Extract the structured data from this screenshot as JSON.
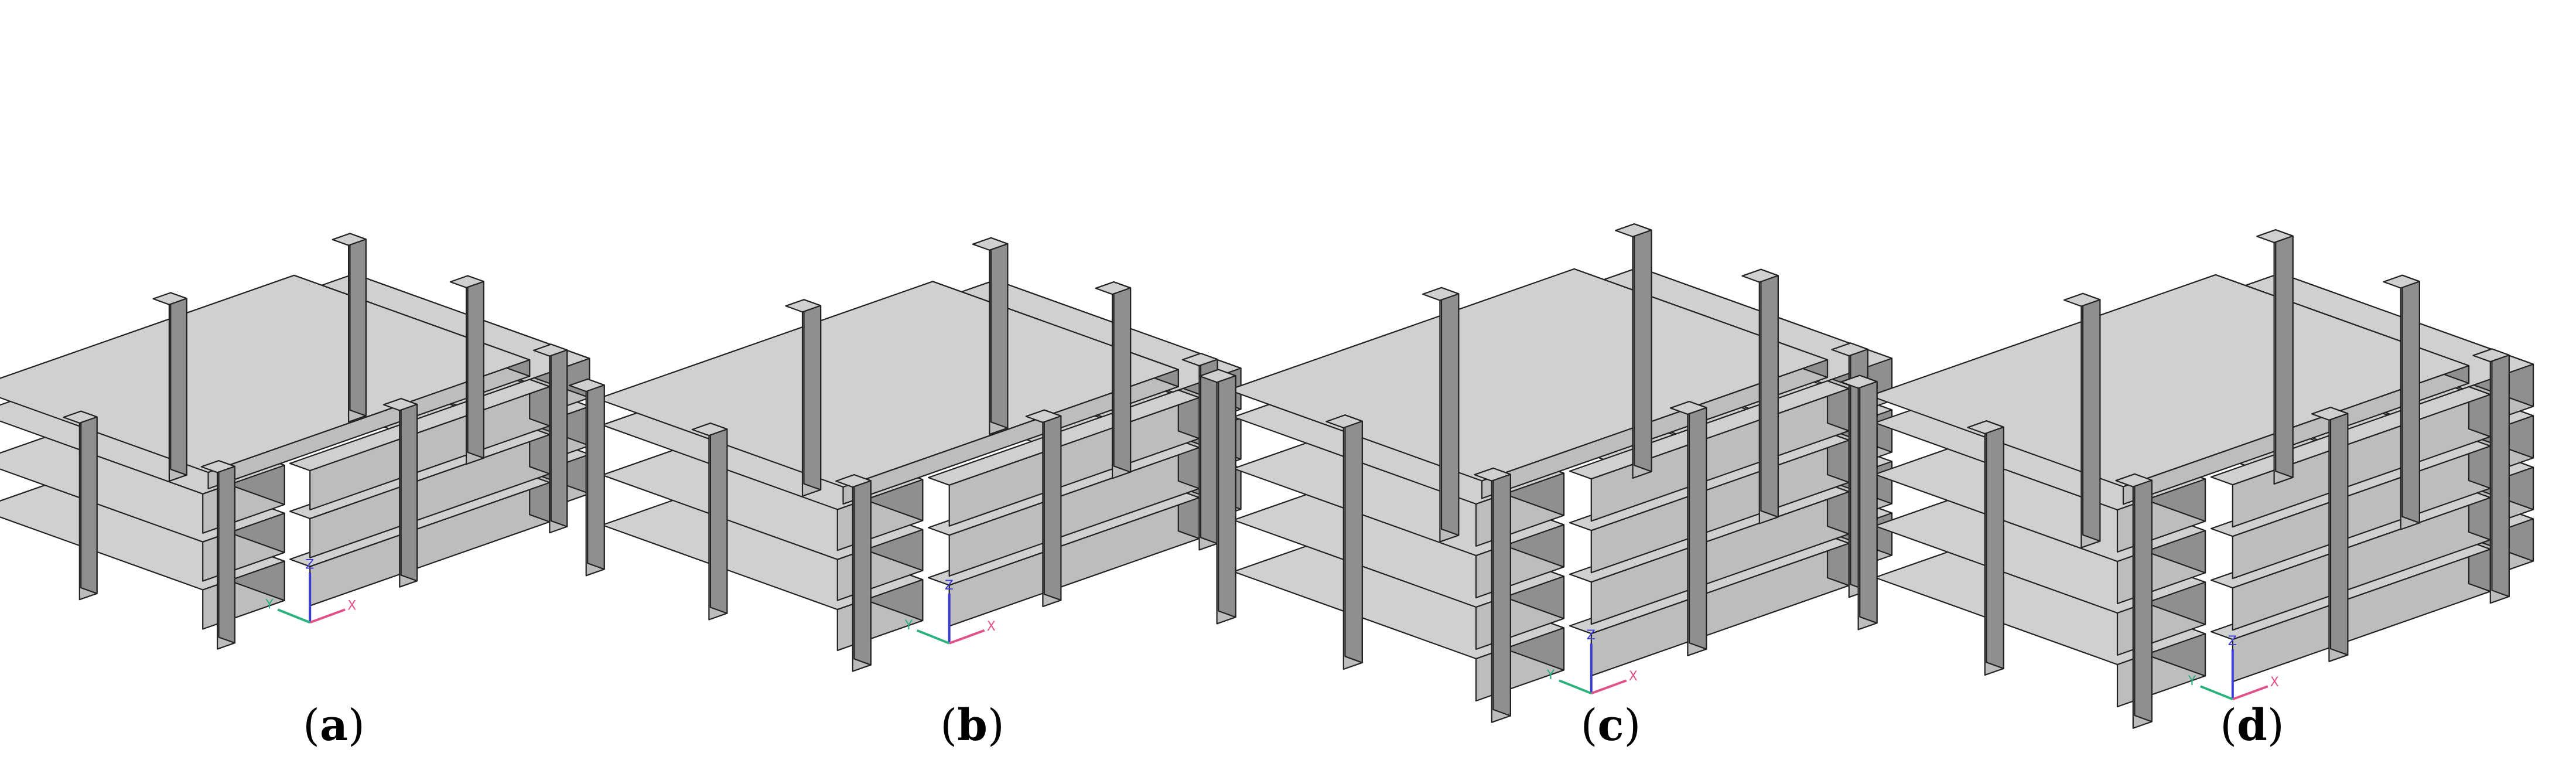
{
  "colors": {
    "top_face": "#d0d0d0",
    "front_face": "#bdbdbd",
    "side_face": "#8f8f8f",
    "edge": "#222222",
    "axis_x": "#e0508a",
    "axis_y": "#29b27d",
    "axis_z": "#3b3bd6"
  },
  "axis_labels": {
    "x": "X",
    "y": "Y",
    "z": "Z"
  },
  "panels": [
    {
      "id": "a",
      "caption_open": "(",
      "caption_letter": "a",
      "caption_close": ")",
      "layers": 3
    },
    {
      "id": "b",
      "caption_open": "(",
      "caption_letter": "b",
      "caption_close": ")",
      "layers": 3
    },
    {
      "id": "c",
      "caption_open": "(",
      "caption_letter": "c",
      "caption_close": ")",
      "layers": 4
    },
    {
      "id": "d",
      "caption_open": "(",
      "caption_letter": "d",
      "caption_close": ")",
      "layers": 4
    }
  ]
}
